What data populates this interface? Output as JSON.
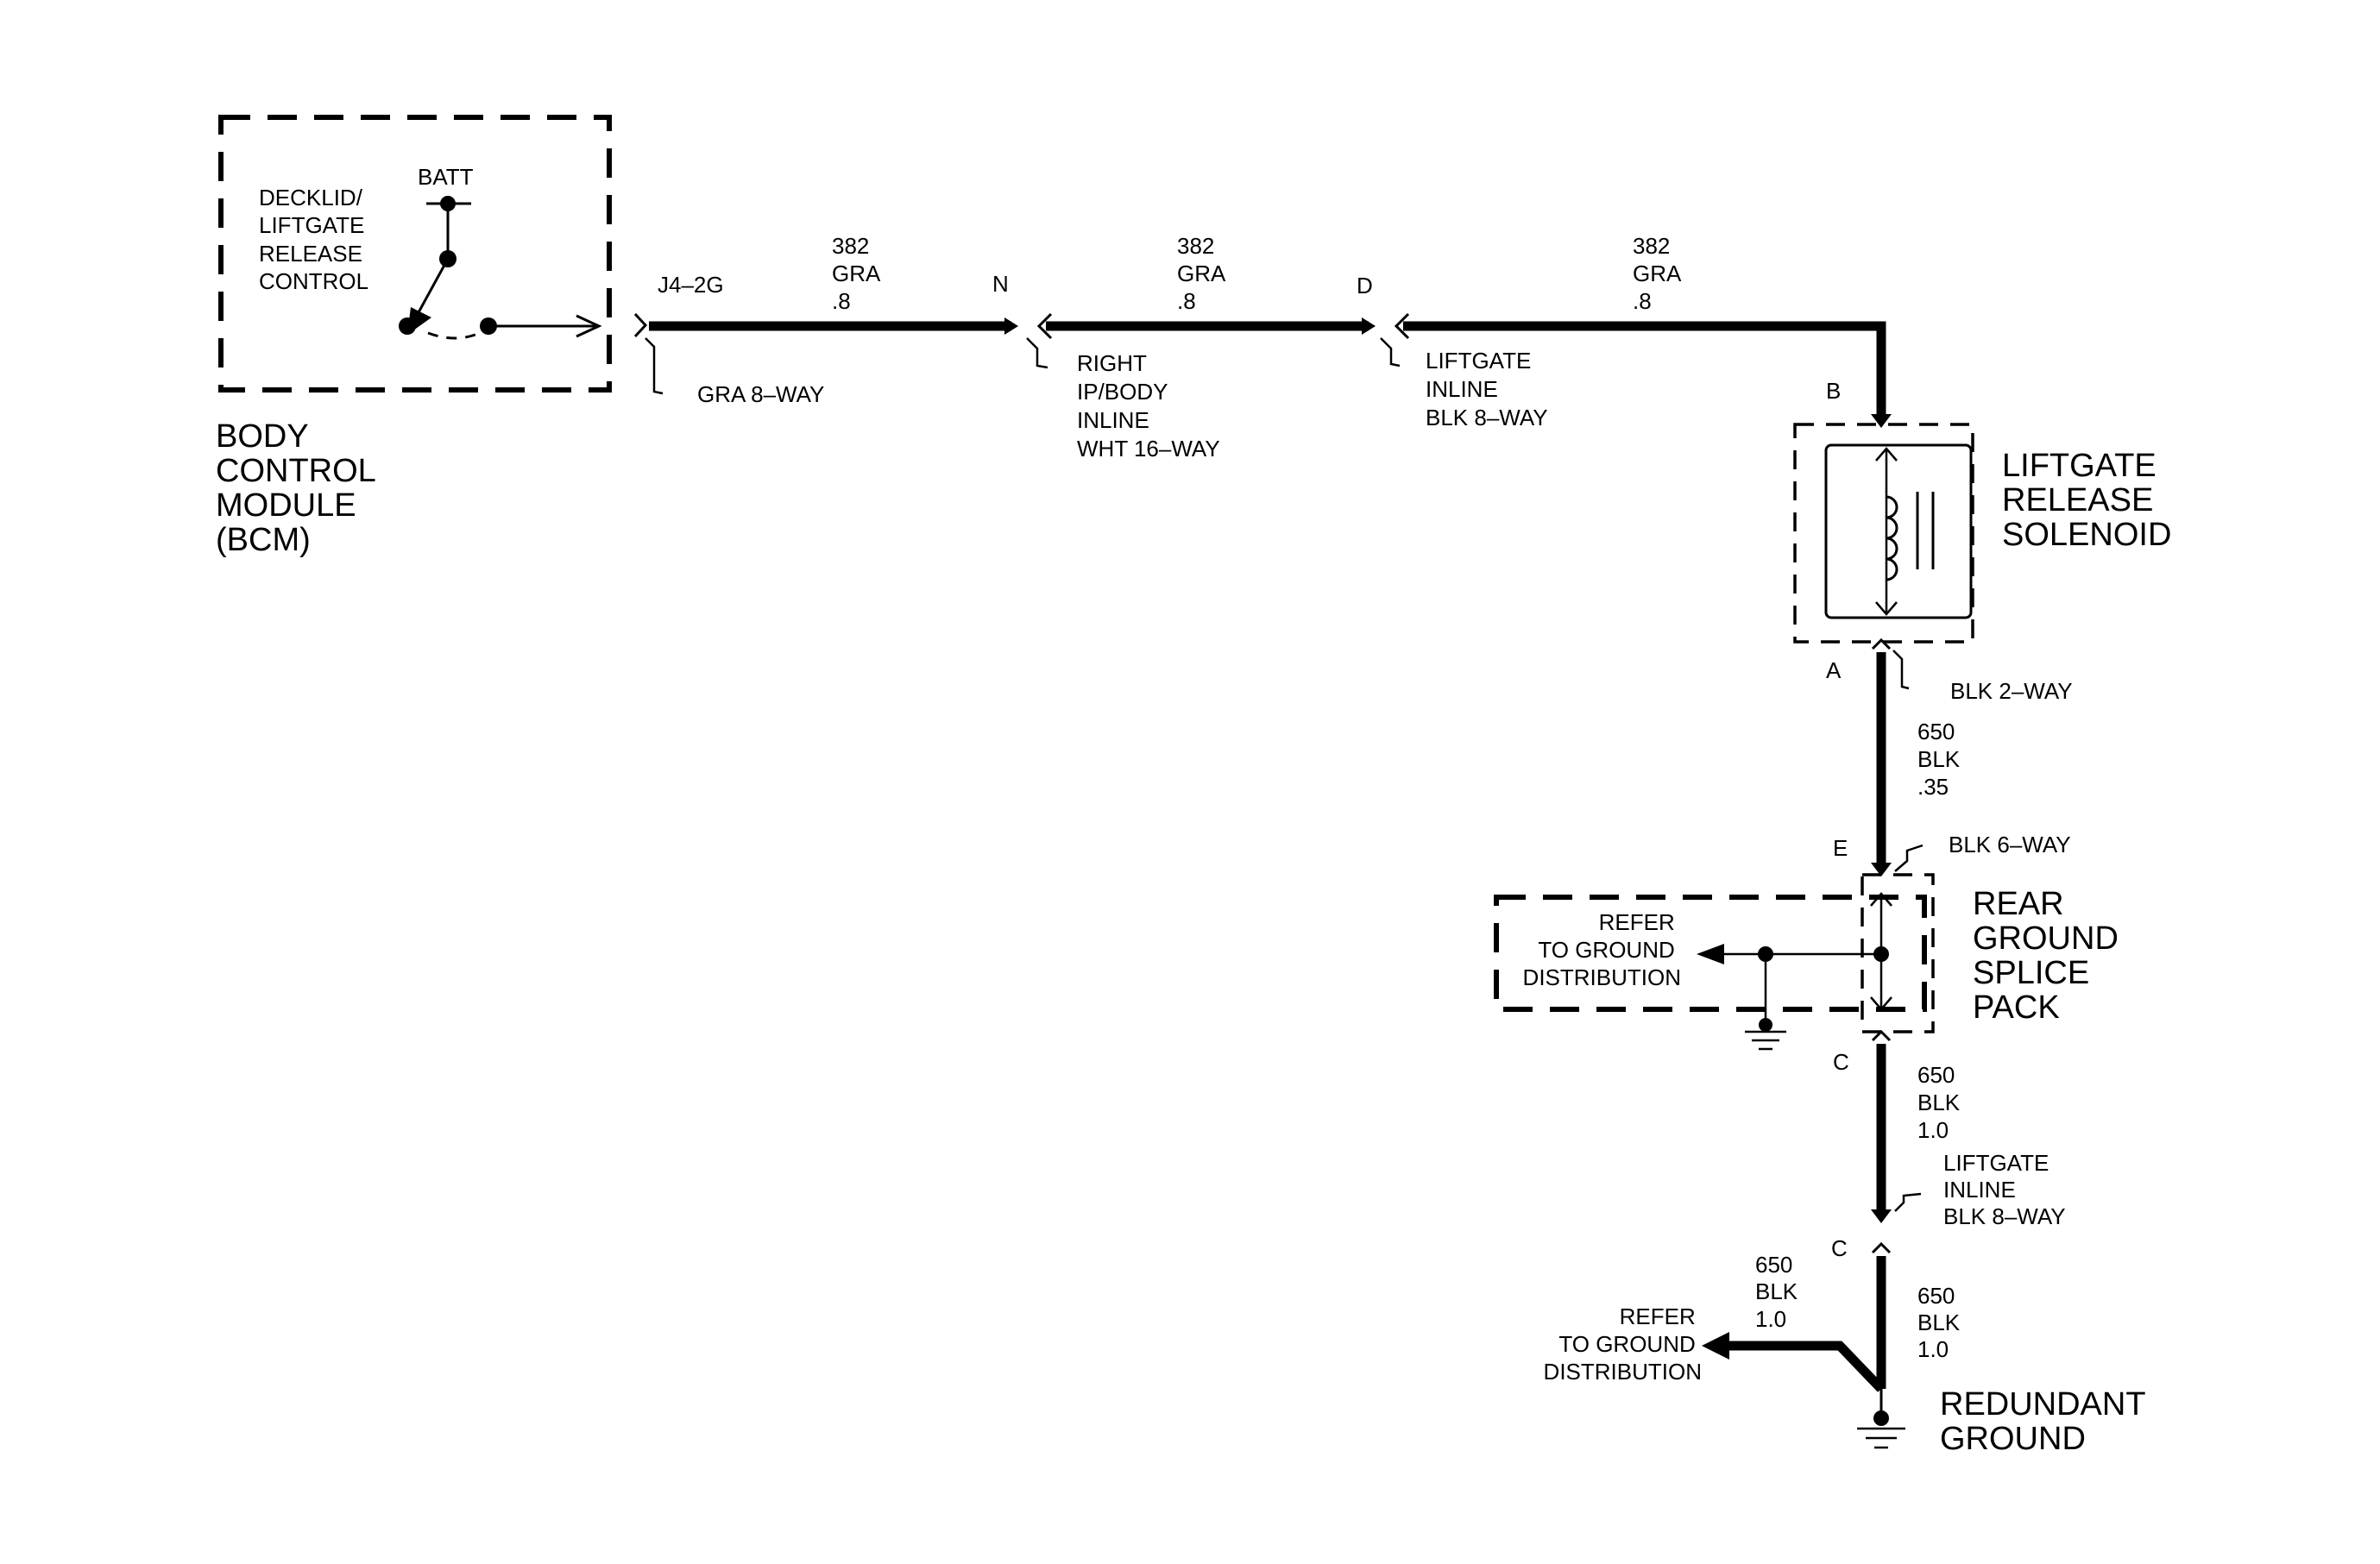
{
  "bcm": {
    "switch_label": [
      "DECKLID/",
      "LIFTGATE",
      "RELEASE",
      "CONTROL"
    ],
    "batt": "BATT",
    "name": [
      "BODY",
      "CONTROL",
      "MODULE",
      "(BCM)"
    ],
    "pin": "J4–2G",
    "connector": "GRA 8–WAY"
  },
  "wires": {
    "w382_a": [
      "382",
      "GRA",
      ".8"
    ],
    "w382_b": [
      "382",
      "GRA",
      ".8"
    ],
    "w382_c": [
      "382",
      "GRA",
      ".8"
    ],
    "w650_a": [
      "650",
      "BLK",
      ".35"
    ],
    "w650_b": [
      "650",
      "BLK",
      "1.0"
    ],
    "w650_c": [
      "650",
      "BLK",
      "1.0"
    ],
    "w650_d": [
      "650",
      "BLK",
      "1.0"
    ]
  },
  "connectors": {
    "n_pin": "N",
    "n_name": [
      "RIGHT",
      "IP/BODY",
      "INLINE",
      "WHT 16–WAY"
    ],
    "d_pin": "D",
    "d_name": [
      "LIFTGATE",
      "INLINE",
      "BLK 8–WAY"
    ],
    "b_pin": "B",
    "a_pin": "A",
    "a_name": "BLK 2–WAY",
    "e_pin": "E",
    "e_name": "BLK 6–WAY",
    "c_pin_top": "C",
    "c_pin_bottom": "C",
    "c_name": [
      "LIFTGATE",
      "INLINE",
      "BLK 8–WAY"
    ]
  },
  "solenoid": {
    "name": [
      "LIFTGATE",
      "RELEASE",
      "SOLENOID"
    ]
  },
  "splice": {
    "refer": [
      "REFER",
      "TO GROUND",
      "DISTRIBUTION"
    ],
    "name": [
      "REAR",
      "GROUND",
      "SPLICE",
      "PACK"
    ]
  },
  "ground": {
    "refer": [
      "REFER",
      "TO GROUND",
      "DISTRIBUTION"
    ],
    "name": [
      "REDUNDANT",
      "GROUND"
    ]
  }
}
